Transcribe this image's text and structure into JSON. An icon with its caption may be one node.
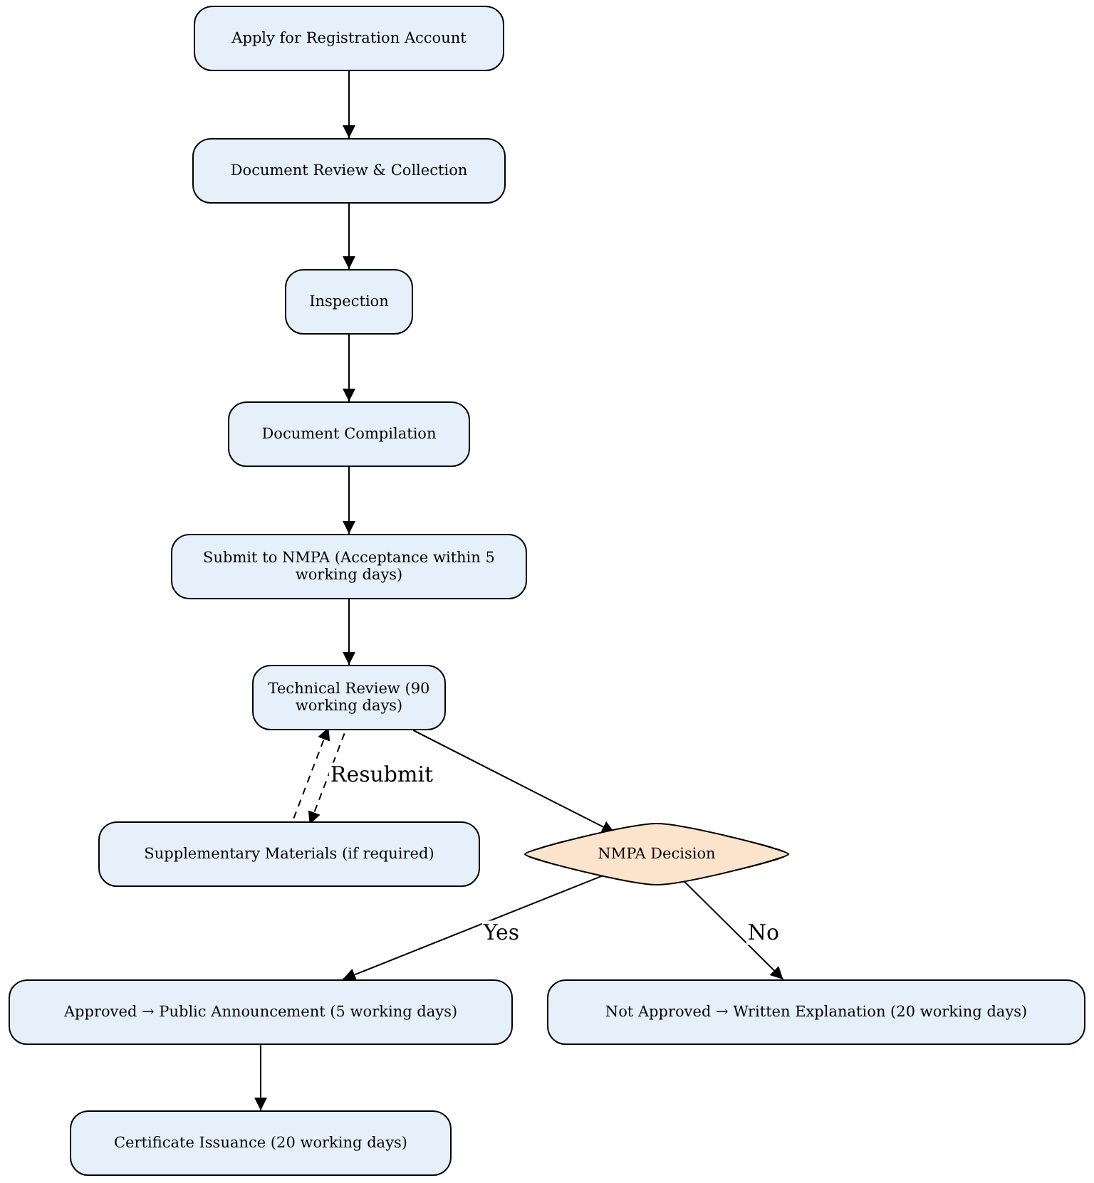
{
  "diagram": {
    "nodes": [
      {
        "text": [
          "Apply for Registration Account"
        ]
      },
      {
        "text": [
          "Document Review & Collection"
        ]
      },
      {
        "text": [
          "Inspection"
        ]
      },
      {
        "text": [
          "Document Compilation"
        ]
      },
      {
        "text": [
          "Submit to NMPA (Acceptance within 5 working days)"
        ]
      },
      {
        "text": [
          "Technical Review (90 working days)"
        ]
      },
      {
        "text": [
          "Supplementary Materials (if required)"
        ]
      },
      {
        "text": [
          "NMPA Decision"
        ]
      },
      {
        "text": [
          "Approved → Public Announcement (5 working days)"
        ]
      },
      {
        "text": [
          "Not Approved → Written Explanation (20 working days)"
        ]
      },
      {
        "text": [
          "Certificate Issuance (20 working days)"
        ]
      }
    ],
    "edges": [
      {
        "from": 0,
        "to": 1,
        "arrow": "to"
      },
      {
        "from": 1,
        "to": 2,
        "arrow": "to"
      },
      {
        "from": 2,
        "to": 3,
        "arrow": "to"
      },
      {
        "from": 3,
        "to": 4,
        "arrow": "to"
      },
      {
        "from": 4,
        "to": 5,
        "arrow": "to"
      },
      {
        "from": 5,
        "to": 7,
        "arrow": "to"
      },
      {
        "from": 5,
        "to": 6,
        "arrow": "to",
        "style": "dashed"
      },
      {
        "from": 6,
        "to": 5,
        "arrow": "to",
        "style": "dashed",
        "label": "Resubmit"
      },
      {
        "from": 7,
        "to": 8,
        "arrow": "to",
        "label": "Yes"
      },
      {
        "from": 7,
        "to": 9,
        "arrow": "to",
        "label": "No"
      },
      {
        "from": 8,
        "to": 10,
        "arrow": "to"
      }
    ]
  }
}
